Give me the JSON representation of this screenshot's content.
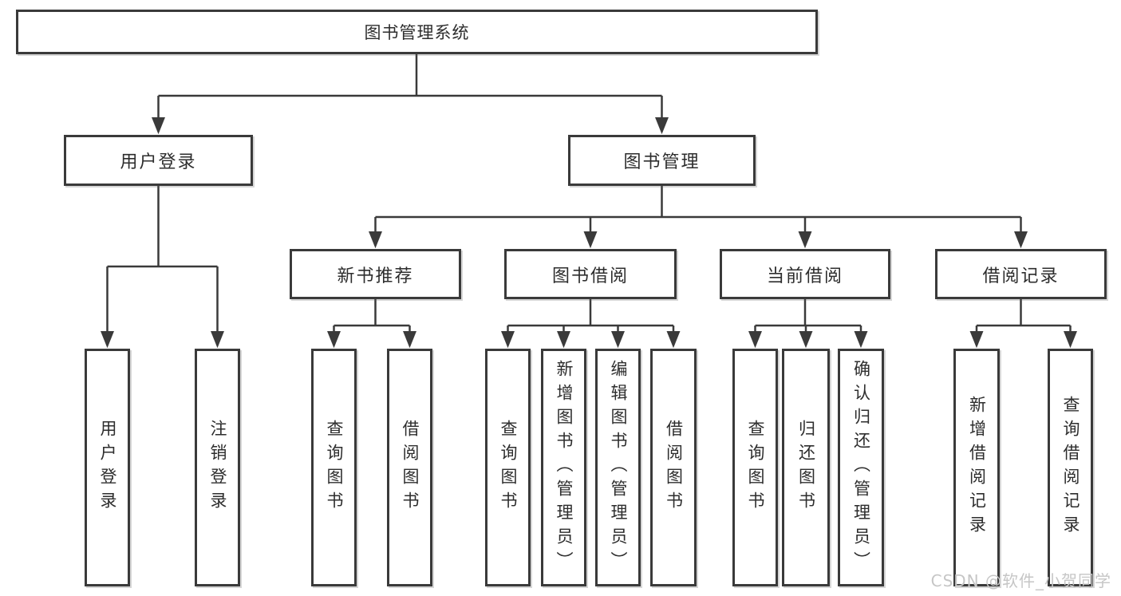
{
  "diagram_title": "图书管理系统",
  "watermark": {
    "text": "CSDN @软件_小贺同学"
  },
  "colors": {
    "line": "#3a3a3a",
    "box_border": "#3a3a3a",
    "box_background": "#ffffff",
    "text": "#2d2d2d",
    "watermark": "#c6c6c6"
  },
  "tree": {
    "root": {
      "label": "图书管理系统"
    },
    "branches": [
      {
        "label": "用户登录",
        "children": [
          {
            "label": "用户登录"
          },
          {
            "label": "注销登录"
          }
        ]
      },
      {
        "label": "图书管理",
        "groups": [
          {
            "label": "新书推荐",
            "children": [
              {
                "label": "查询图书"
              },
              {
                "label": "借阅图书"
              }
            ]
          },
          {
            "label": "图书借阅",
            "children": [
              {
                "label": "查询图书"
              },
              {
                "label": "新增图书（管理员）"
              },
              {
                "label": "编辑图书（管理员）"
              },
              {
                "label": "借阅图书"
              }
            ]
          },
          {
            "label": "当前借阅",
            "children": [
              {
                "label": "查询图书"
              },
              {
                "label": "归还图书"
              },
              {
                "label": "确认归还（管理员）"
              }
            ]
          },
          {
            "label": "借阅记录",
            "children": [
              {
                "label": "新增借阅记录"
              },
              {
                "label": "查询借阅记录"
              }
            ]
          }
        ]
      }
    ]
  }
}
